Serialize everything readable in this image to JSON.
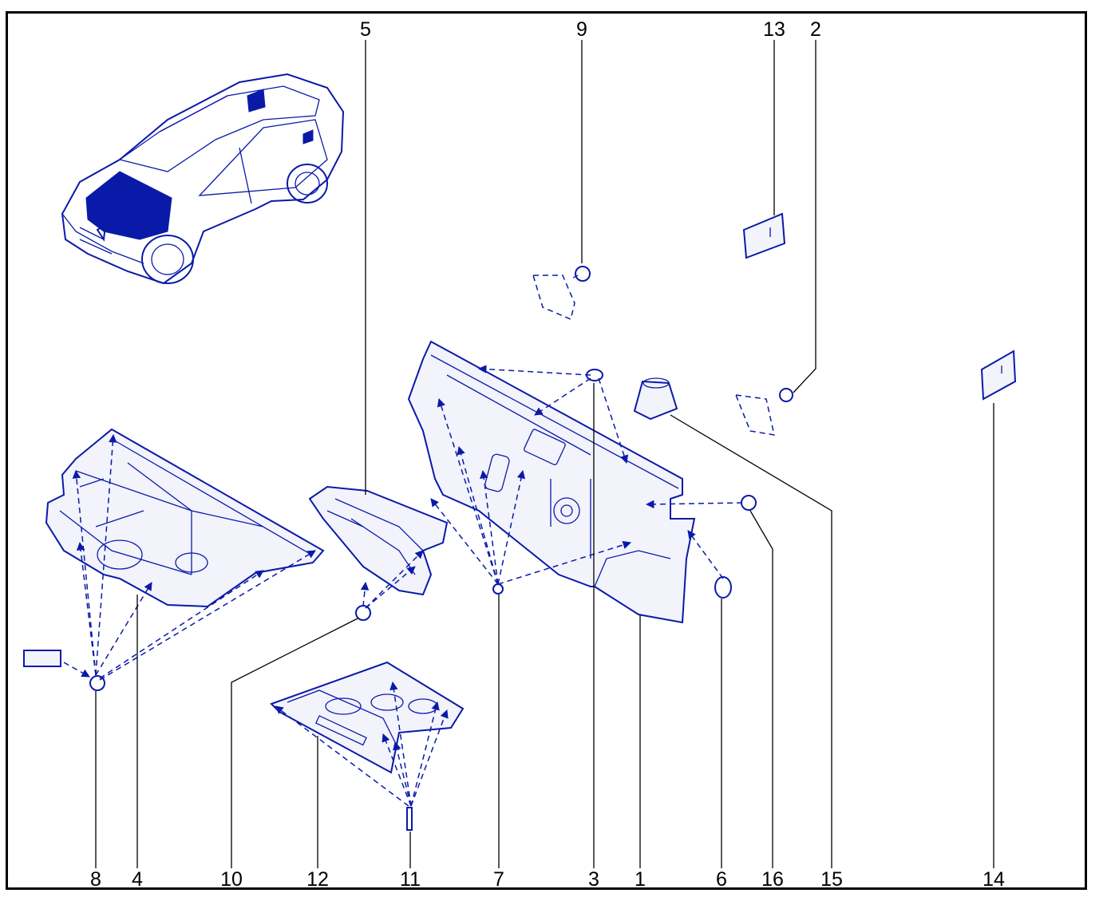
{
  "callouts": {
    "top": [
      "5",
      "9",
      "13",
      "2"
    ],
    "bottom": [
      "8",
      "4",
      "10",
      "12",
      "11",
      "7",
      "3",
      "1",
      "6",
      "16",
      "15",
      "14"
    ]
  },
  "colors": {
    "line": "#0a1aa8",
    "frame": "#000000",
    "background": "#ffffff"
  }
}
